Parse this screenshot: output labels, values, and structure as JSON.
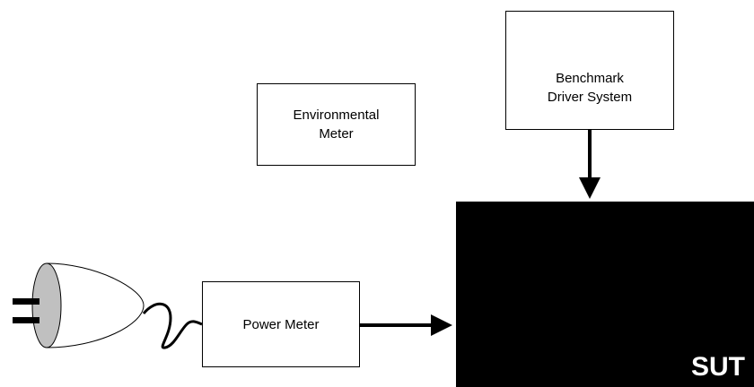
{
  "diagram": {
    "nodes": {
      "driver": {
        "line1": "Benchmark",
        "line2": "Driver System"
      },
      "environmental": {
        "line1": "Environmental",
        "line2": "Meter"
      },
      "power": {
        "label": "Power Meter"
      },
      "sut": {
        "label": "SUT"
      }
    },
    "edges": [
      {
        "from": "driver",
        "to": "sut"
      },
      {
        "from": "power",
        "to": "sut"
      },
      {
        "from": "power-plug",
        "to": "power"
      }
    ],
    "colors": {
      "stroke": "#000000",
      "box_fill": "#ffffff",
      "sut_fill": "#000000",
      "sut_text": "#ffffff",
      "plug_face": "#c0c0c0"
    }
  }
}
